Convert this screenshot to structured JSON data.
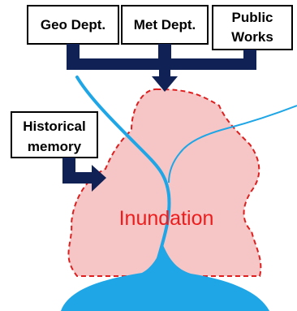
{
  "sources": [
    {
      "label": "Geo Dept."
    },
    {
      "label": "Met Dept."
    },
    {
      "label_lines": [
        "Public",
        "Works"
      ]
    }
  ],
  "historical_memory": {
    "label_lines": [
      "Historical",
      "memory"
    ]
  },
  "inundation": {
    "label": "Inundation"
  },
  "colors": {
    "box_border": "#000000",
    "arrow": "#0f2155",
    "river": "#1ea6e6",
    "inundation_fill": "#f6c6c6",
    "inundation_border": "#dd1f1f",
    "inundation_text": "#ee1c1c",
    "water_body": "#1ea6e6"
  }
}
